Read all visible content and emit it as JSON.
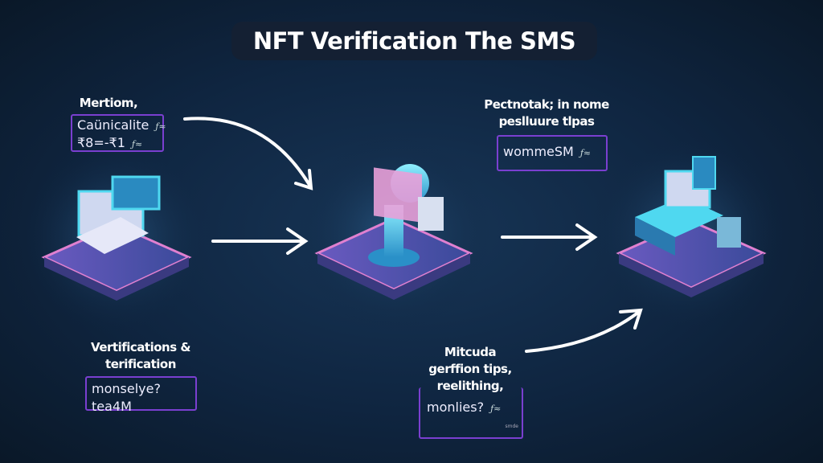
{
  "title": "NFT Verification The SMS",
  "steps": [
    {
      "label": [
        "Mertiom,"
      ],
      "box_lines": [
        "Caünicalite",
        "₹8=-₹1"
      ]
    },
    {
      "label": [
        "Pectnotak; in nome",
        "peslluure tlpas"
      ],
      "box_lines": [
        "wommeSM"
      ]
    },
    {
      "label": [
        "Vertifications &",
        "terification"
      ],
      "box_lines": [
        "monselye? tea4M"
      ]
    },
    {
      "label": [
        "Mitcuda",
        "gerffion tips,",
        "reelithing,"
      ],
      "box_lines": [
        "monlies?"
      ],
      "box_footnote": "smde"
    }
  ],
  "colors": {
    "accent": "#7a3fd0",
    "platform": "#5a4fa8",
    "cyan": "#4fd8f0",
    "pink": "#e080d0"
  }
}
